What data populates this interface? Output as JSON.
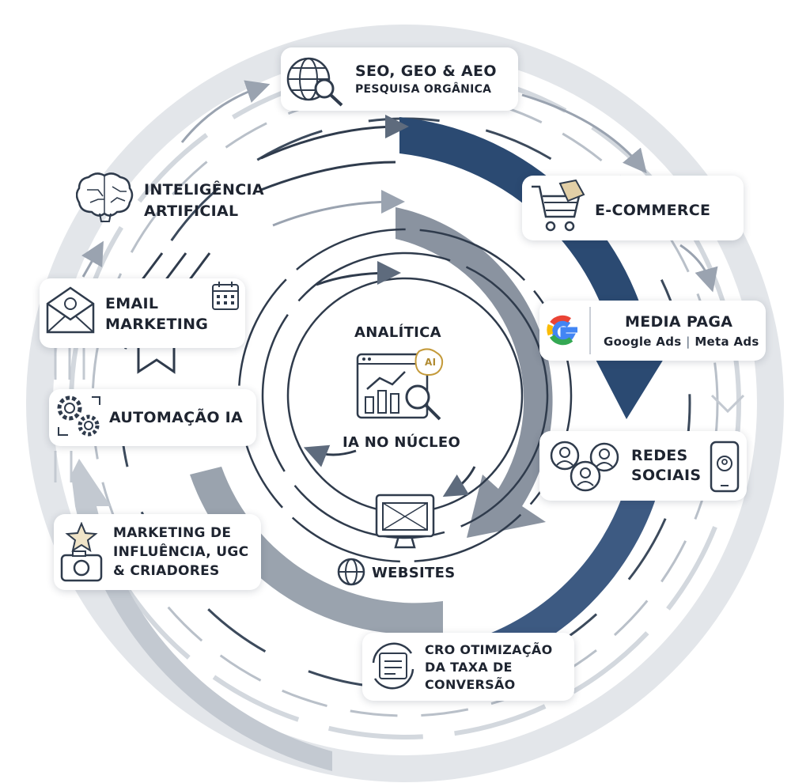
{
  "center": {
    "title": "ANALÍTICA",
    "subtitle": "IA NO NÚCLEO",
    "ai_badge": "AI"
  },
  "nodes": {
    "seo": {
      "line1": "SEO, GEO & AEO",
      "line2": "PESQUISA ORGÂNICA",
      "icon": "globe-search-icon"
    },
    "ecommerce": {
      "label": "E-COMMERCE",
      "icon": "shopping-cart-icon"
    },
    "media": {
      "title": "MEDIA PAGA",
      "sub_left": "Google Ads",
      "sub_sep": "|",
      "sub_right": "Meta Ads",
      "icon": "google-logo-icon"
    },
    "redes": {
      "line1": "REDES",
      "line2": "SOCIAIS",
      "icon": "social-network-icon"
    },
    "cro": {
      "line1": "CRO OTIMIZAÇÃO",
      "line2": "DA TAXA DE",
      "line3": "CONVERSÃO",
      "icon": "conversion-cycle-icon"
    },
    "websites": {
      "label": "WEBSITES",
      "icon": "monitor-icon"
    },
    "influencia": {
      "line1": "MARKETING DE",
      "line2": "INFLUÊNCIA, UGC",
      "line3": "& CRIADORES",
      "icon": "camera-star-icon"
    },
    "automacao": {
      "label": "AUTOMAÇÃO IA",
      "icon": "gears-icon"
    },
    "email": {
      "line1": "EMAIL",
      "line2": "MARKETING",
      "icon": "envelope-icon"
    },
    "ia": {
      "line1": "INTELIGÊNCIA",
      "line2": "ARTIFICIAL",
      "icon": "brain-icon"
    }
  },
  "colors": {
    "navy": "#2b4a72",
    "slate": "#6f7a8a",
    "light": "#c9ced6",
    "ink": "#1e2430",
    "google_blue": "#4285f4",
    "google_red": "#ea4335",
    "google_yellow": "#fbbc05",
    "google_green": "#34a853"
  }
}
